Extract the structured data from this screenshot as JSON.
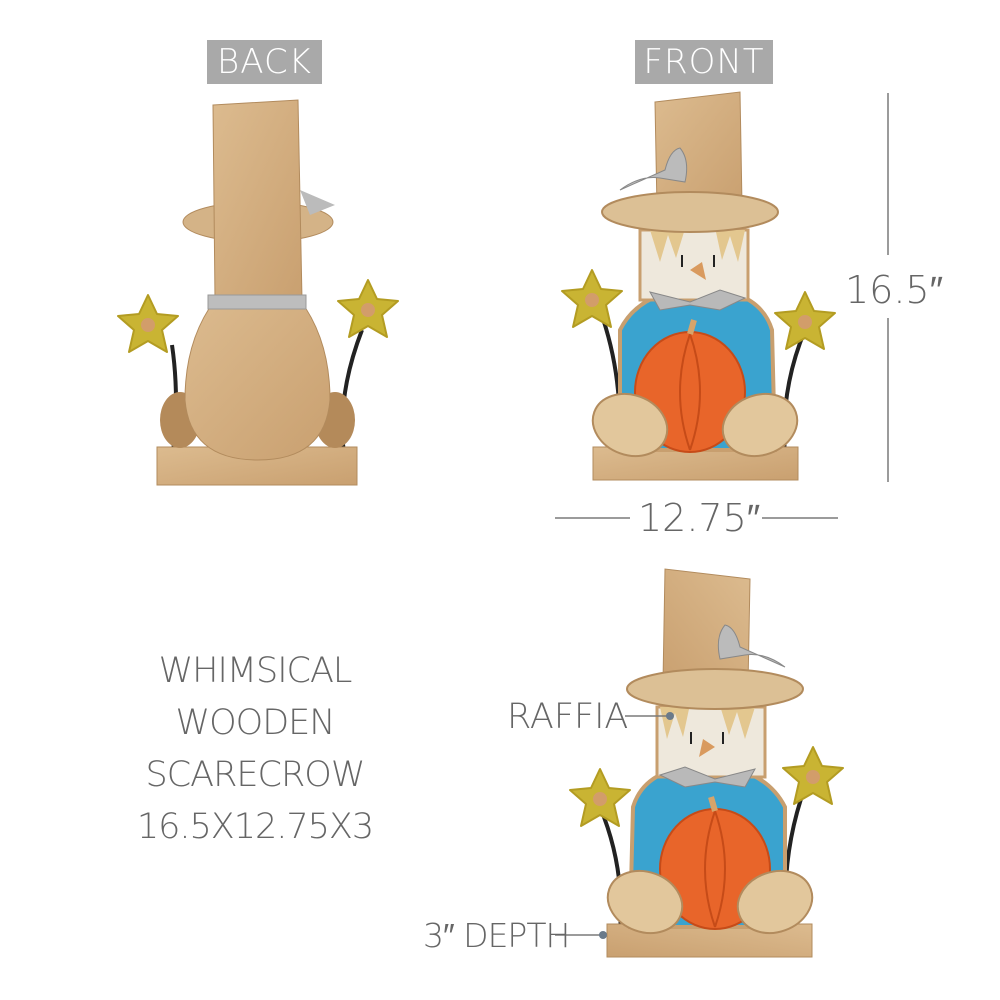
{
  "labels": {
    "back": "BACK",
    "front": "FRONT"
  },
  "dimensions": {
    "height": "16.5″",
    "width": "12.75″"
  },
  "callouts": {
    "raffia": "RAFFIA",
    "depth": "3″ DEPTH"
  },
  "title": {
    "lines": [
      "WHIMSICAL",
      "WOODEN",
      "SCARECROW",
      "16.5X12.75X3"
    ]
  },
  "colors": {
    "wood": "#d8b68a",
    "blue": "#3aa3cf",
    "pumpkin": "#e8652a",
    "flower": "#c9b433",
    "tag": "#a9a9a9",
    "line": "#7a7a7a"
  }
}
